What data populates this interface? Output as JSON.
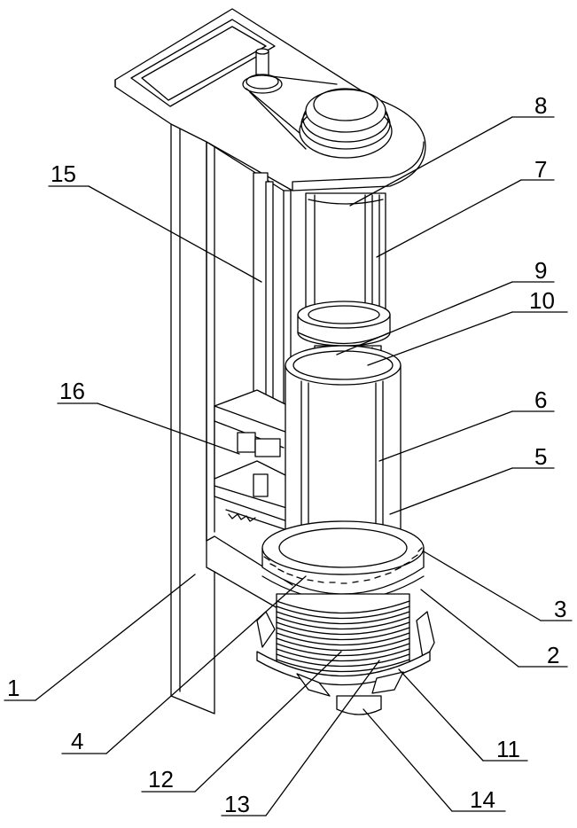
{
  "labels": [
    {
      "id": "part-1",
      "text": "1"
    },
    {
      "id": "part-2",
      "text": "2"
    },
    {
      "id": "part-3",
      "text": "3"
    },
    {
      "id": "part-4",
      "text": "4"
    },
    {
      "id": "part-5",
      "text": "5"
    },
    {
      "id": "part-6",
      "text": "6"
    },
    {
      "id": "part-7",
      "text": "7"
    },
    {
      "id": "part-8",
      "text": "8"
    },
    {
      "id": "part-9",
      "text": "9"
    },
    {
      "id": "part-10",
      "text": "10"
    },
    {
      "id": "part-11",
      "text": "11"
    },
    {
      "id": "part-12",
      "text": "12"
    },
    {
      "id": "part-13",
      "text": "13"
    },
    {
      "id": "part-14",
      "text": "14"
    },
    {
      "id": "part-15",
      "text": "15"
    },
    {
      "id": "part-16",
      "text": "16"
    }
  ]
}
